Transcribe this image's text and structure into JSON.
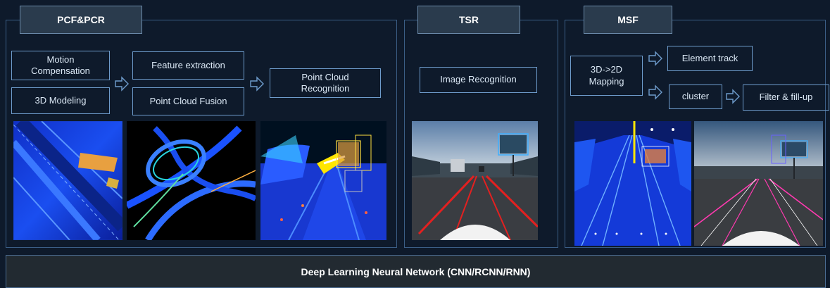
{
  "sections": {
    "pcf_pcr": {
      "title": "PCF&PCR",
      "boxes": {
        "motion_compensation": "Motion Compensation",
        "modeling_3d": "3D Modeling",
        "feature_extraction": "Feature extraction",
        "point_cloud_fusion": "Point Cloud Fusion",
        "point_cloud_recognition": "Point Cloud Recognition"
      }
    },
    "tsr": {
      "title": "TSR",
      "boxes": {
        "image_recognition": "Image Recognition"
      }
    },
    "msf": {
      "title": "MSF",
      "boxes": {
        "mapping_3d_2d": "3D->2D Mapping",
        "element_track": "Element track",
        "cluster": "cluster",
        "filter_fill_up": "Filter & fill-up"
      }
    }
  },
  "footer": {
    "label": "Deep Learning Neural Network (CNN/RCNN/RNN)"
  }
}
